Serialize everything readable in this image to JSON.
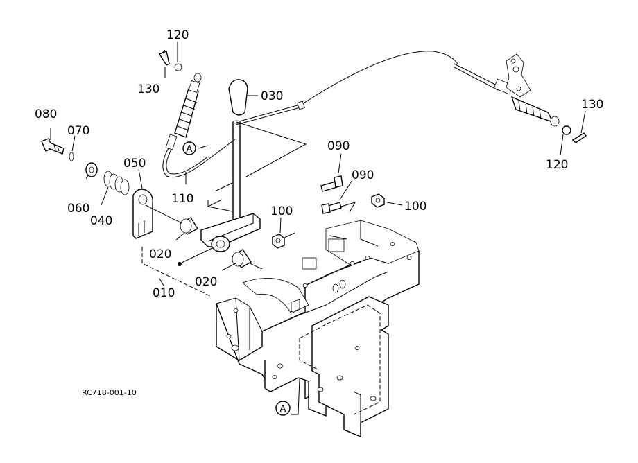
{
  "callouts": {
    "p120_top": "120",
    "p130_top": "130",
    "p030": "030",
    "p080": "080",
    "p070": "070",
    "p050": "050",
    "p060": "060",
    "p040": "040",
    "p110": "110",
    "p020_left": "020",
    "p020_right": "020",
    "p010": "010",
    "p090_top": "090",
    "p090_mid": "090",
    "p100_left": "100",
    "p100_right": "100",
    "p130_right": "130",
    "p120_right": "120"
  },
  "markers": {
    "a_upper": "A",
    "a_lower": "A"
  },
  "reference_code": "RC718-001-10"
}
